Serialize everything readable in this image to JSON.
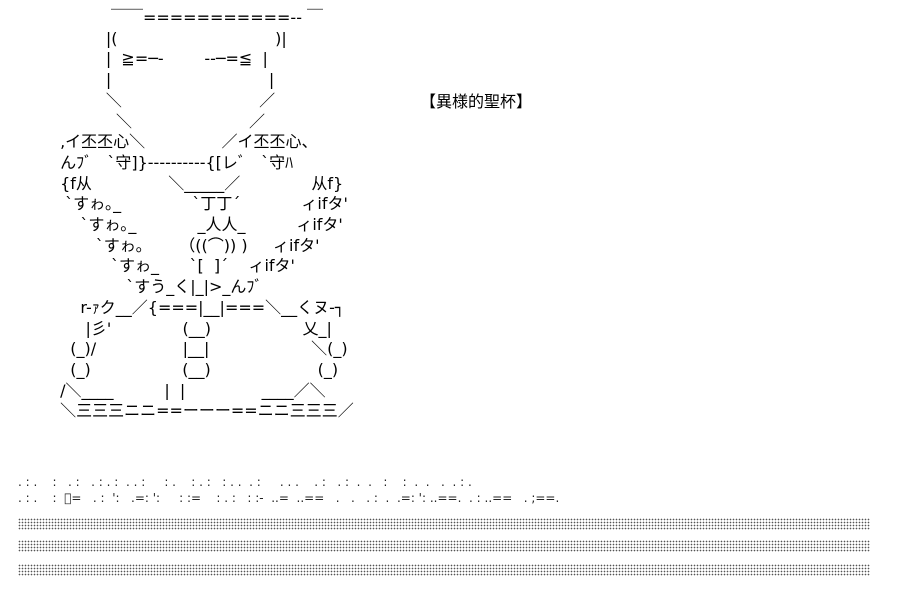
{
  "art": {
    "lines": [
      "           ￣￣===========-- ￣",
      "          |(                               )|",
      "          |  ≧=─-        --─=≦  |",
      "          |                               |",
      "          ＼                           ／",
      "            ＼                       ／",
      " ,イ丕丕心＼               ／イ丕丕心、",
      " んﾌﾞ   `守]}----------{[レﾞ   `守ﾊ",
      " {f从               ＼_____／              从f}",
      "  `すゎ｡_              `丁丁´            ィifタ'",
      "     `すゎ｡_            _人人_          ィifタ'",
      "        `すゎ｡       （((⌒)) )     ィifタ'",
      "           `すゎ_      `[  ]´    ィifタ'",
      "              `すう_く|_|>_んﾌﾞ",
      "     r-ｧク__／{===|__|===＼__くヌ-┐",
      "      |彡'              (__)                  乂_|",
      "   (_)/                 |__|                    ＼(_)",
      "   (_)                  (__)                     (_)",
      " /＼____          |  |               ____／＼",
      " ＼三三三ニニ==ーーー==ニニ三三三／"
    ]
  },
  "caption": "【異様的聖杯】",
  "dotted_text": [
    ". : .    :   . :   . : . :  . . :     : .    : . :   : . .  . :     . . .    . :   . :  .  .   :    :  .  .   .  . : .",
    ". : .    :  ﾞ=   . :  ':   .=: ':     : :=    : . :   : :-  ..=  ..==   .   .   . :  .  .=: ': ..==.  . : ..==   . ;==.",
    "",
    ""
  ],
  "colors": {
    "background": "#ffffff",
    "text": "#000000"
  }
}
